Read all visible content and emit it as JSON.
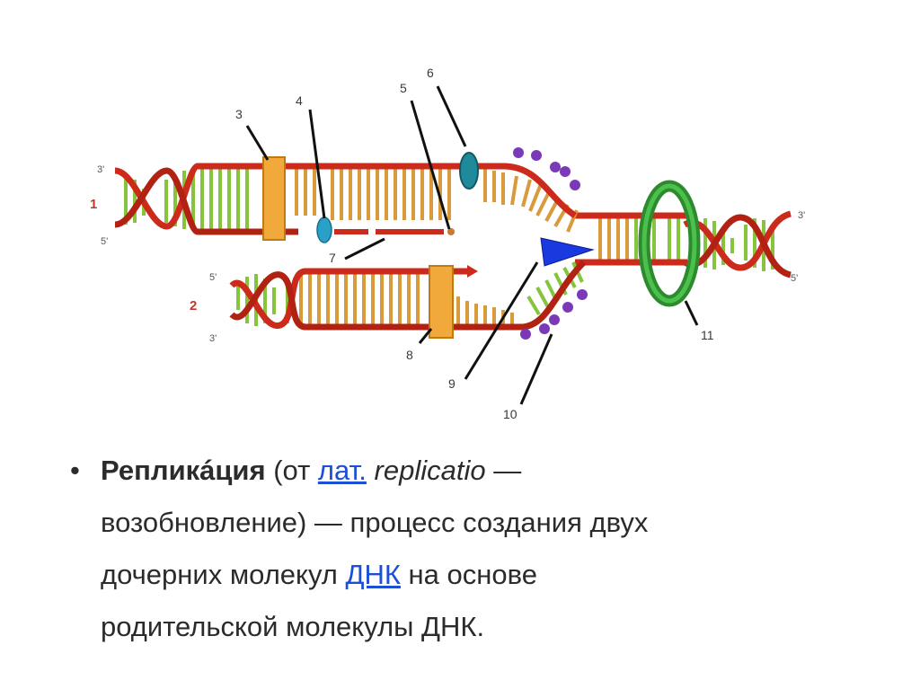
{
  "diagram": {
    "labels": [
      "1",
      "2",
      "3",
      "4",
      "5",
      "6",
      "7",
      "8",
      "9",
      "10",
      "11"
    ],
    "strand_numbers": [
      "1",
      "2"
    ],
    "ends": {
      "a": "3'",
      "b": "5'",
      "c": "5'",
      "d": "3'",
      "e": "3'",
      "f": "5'"
    },
    "colors": {
      "backbone": "#cc2a1a",
      "base_green": "#86c43d",
      "base_orange": "#d89a3a",
      "clamp": "#3aa33a",
      "helicase": "#1f8a9a",
      "primer": "#7a3ab8",
      "polymerase": "#f2a93b",
      "primase": "#1a3adf"
    }
  },
  "text": {
    "bullet": "•",
    "term": "Репликáция",
    "open_paren": " (от ",
    "lat_link": "лат.",
    "lat_term": " replicatio",
    "line1_tail": " —",
    "line2": "возобновление) — процесс создания двух",
    "line3_start": "дочерних молекул ",
    "dna_link": "ДНК",
    "line3_end": " на основе",
    "line4": "родительской молекулы ДНК."
  }
}
